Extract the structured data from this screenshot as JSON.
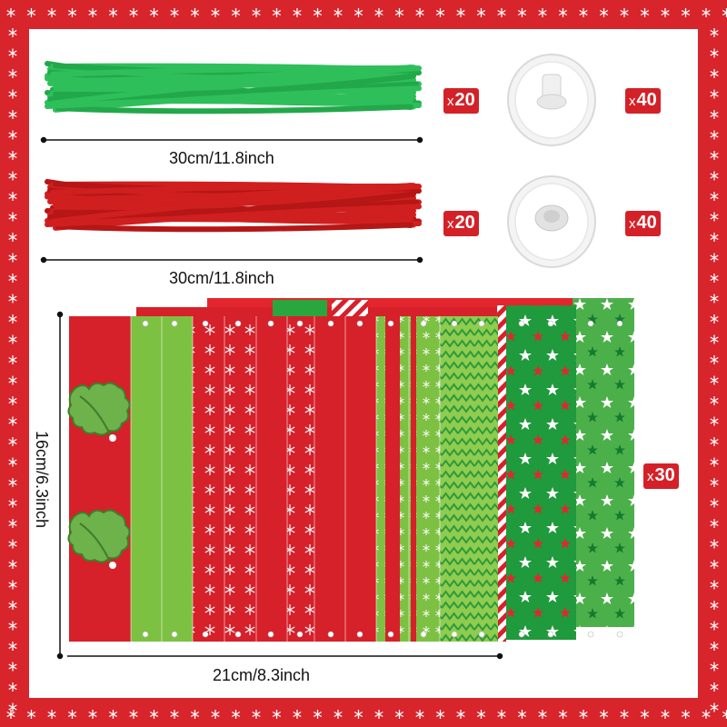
{
  "colors": {
    "border_red": "#d8242b",
    "badge_red": "#d42128",
    "pipe_green": "#2fbf5a",
    "pipe_red": "#d01f1f",
    "strip_red": "#d6202a",
    "strip_green": "#7dc142",
    "dark_green": "#1f9a3c"
  },
  "items": {
    "green_pipe_cleaners": {
      "length_label": "30cm/11.8inch",
      "quantity": "20",
      "icon": "green-pipe-cleaner-bundle-icon"
    },
    "red_pipe_cleaners": {
      "length_label": "30cm/11.8inch",
      "quantity": "20",
      "icon": "red-pipe-cleaner-bundle-icon"
    },
    "connector_cap_top": {
      "quantity": "40",
      "icon": "plastic-connector-icon"
    },
    "connector_cap_bottom": {
      "quantity": "40",
      "icon": "plastic-washer-icon"
    },
    "paper_strips": {
      "height_label": "16cm/6.3inch",
      "width_label": "21cm/8.3inch",
      "quantity": "30",
      "icon": "christmas-paper-strips-icon"
    }
  },
  "badge_prefix": "x"
}
